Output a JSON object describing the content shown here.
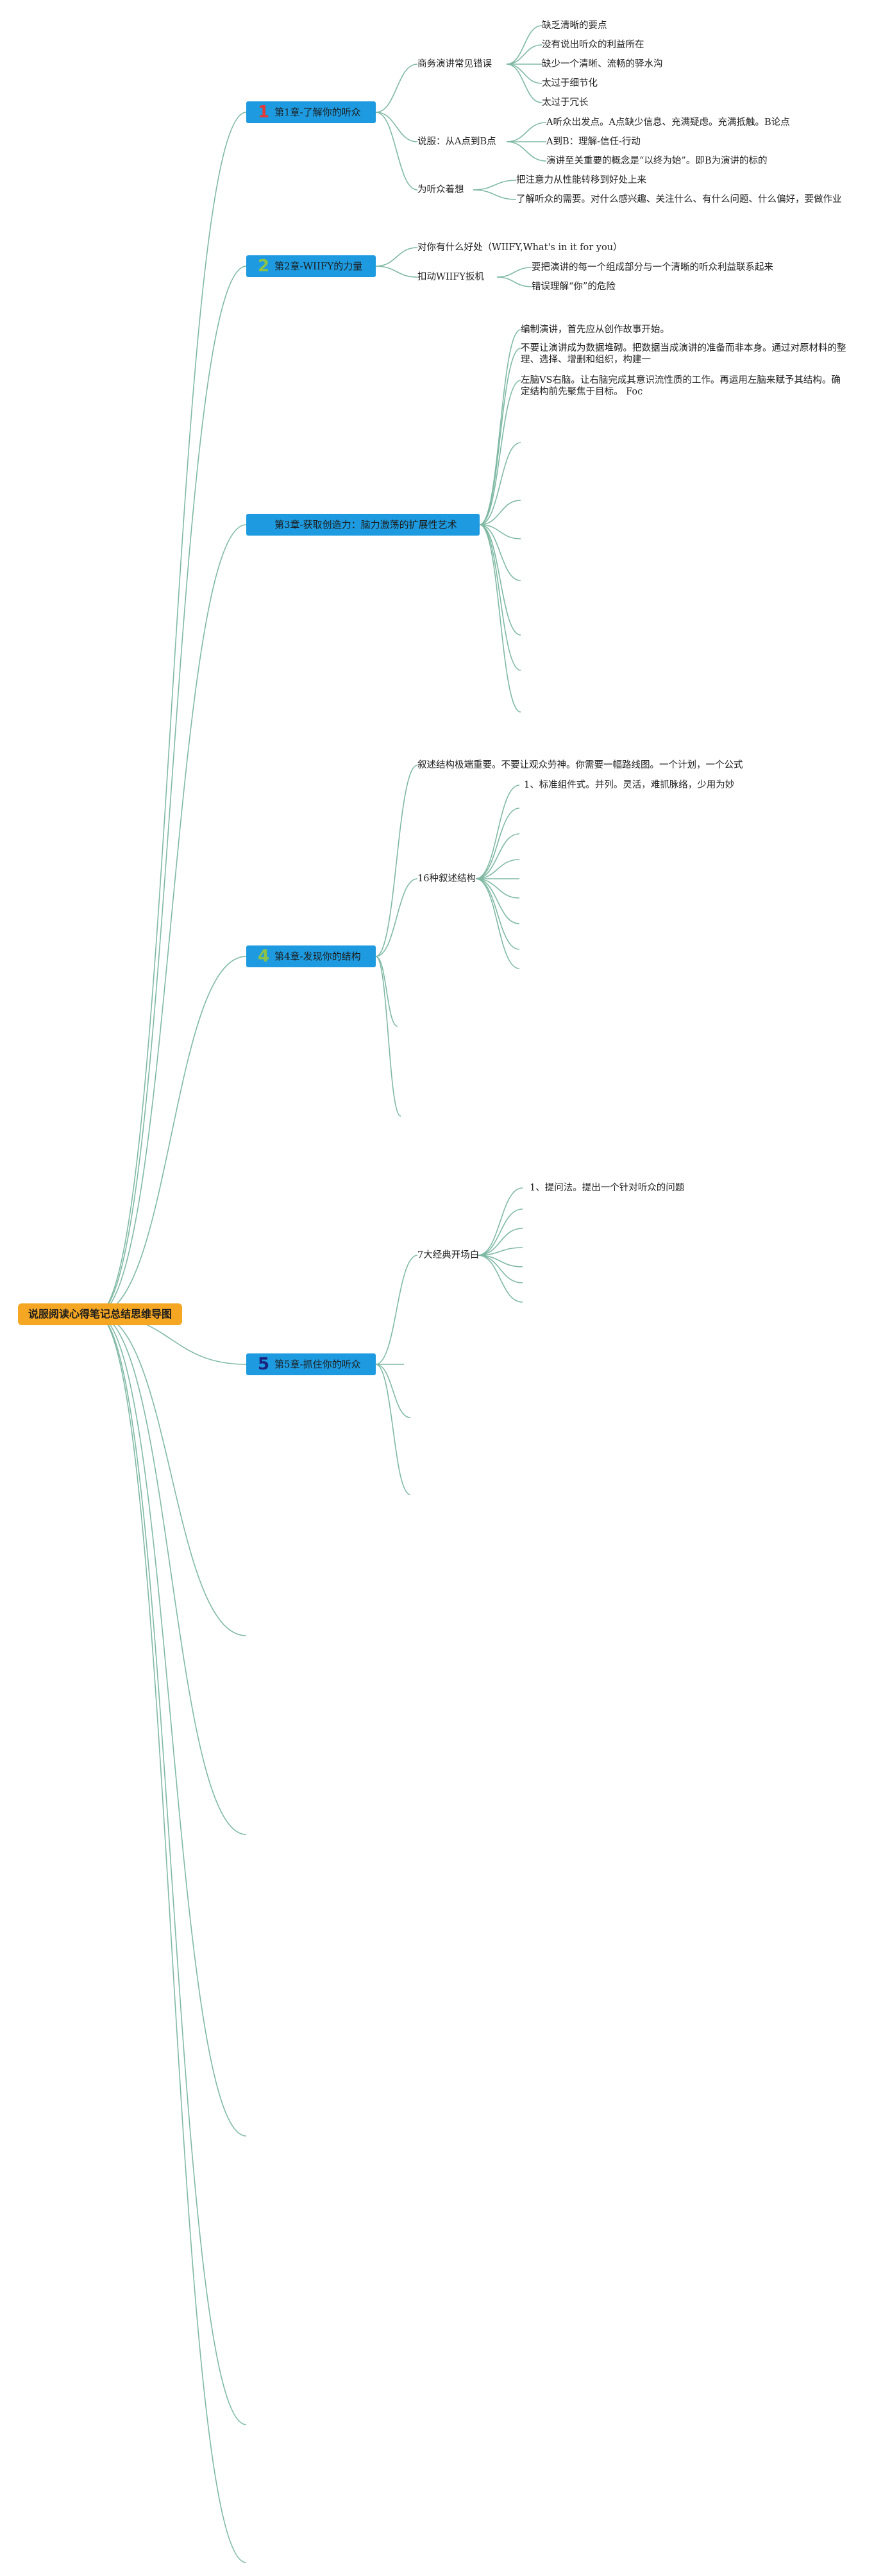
{
  "root": {
    "label": "说服阅读心得笔记总结思维导图"
  },
  "chapters": [
    {
      "badge": "1",
      "badge_color": "#e53935",
      "label": "第1章-了解你的听众",
      "topics": [
        {
          "label": "商务演讲常见错误",
          "items": [
            "缺乏清晰的要点",
            "没有说出听众的利益所在",
            "缺少一个清晰、流畅的驿水沟",
            "太过于细节化",
            "太过于冗长"
          ]
        },
        {
          "label": "说服：从A点到B点",
          "items": [
            "A听众出发点。A点缺少信息、充满疑虑。充满抵触。B论点",
            "A到B：理解-信任-行动",
            "演讲至关重要的概念是“以终为始”。即B为演讲的标的"
          ]
        },
        {
          "label": "为听众着想",
          "items": [
            "把注意力从性能转移到好处上来",
            "了解听众的需要。对什么感兴趣、关注什么、有什么问题、什么偏好，要做作业"
          ]
        }
      ]
    },
    {
      "badge": "2",
      "badge_color": "#8bc34a",
      "label": "第2章-WIIFY的力量",
      "topics": [
        {
          "label": "对你有什么好处（WIIFY,What's in it for you）",
          "items": []
        },
        {
          "label": "扣动WIIFY扳机",
          "items": [
            "要把演讲的每一个组成部分与一个清晰的听众利益联系起来",
            "错误理解“你”的危险"
          ]
        }
      ]
    },
    {
      "badge": "",
      "badge_color": "",
      "label": "第3章-获取创造力：脑力激荡的扩展性艺术",
      "items": [
        "编制演讲，首先应从创作故事开始。",
        "不要让演讲成为数据堆砌。把数据当成演讲的准备而非本身。通过对原材料的整理、选择、增删和组织，构建一",
        "左脑VS右脑。让右脑完成其意识流性质的工作。再运用左脑来赋予其结构。确定结构前先聚焦于目标。 Foc"
      ]
    },
    {
      "badge": "4",
      "badge_color": "#8bc34a",
      "label": "第4章-发现你的结构",
      "topics": [
        {
          "label": "叙述结构极端重要。不要让观众劳神。你需要一幅路线图。一个计划，一个公式",
          "items": []
        },
        {
          "label": "16种叙述结构",
          "items": [
            "1、标准组件式。并列。灵活，难抓脉络，少用为妙"
          ]
        }
      ]
    },
    {
      "badge": "5",
      "badge_color": "#1a237e",
      "label": "第5章-抓住你的听众",
      "topics": [
        {
          "label": "7大经典开场白",
          "items": [
            "1、提问法。提出一个针对听众的问题"
          ]
        }
      ]
    }
  ]
}
